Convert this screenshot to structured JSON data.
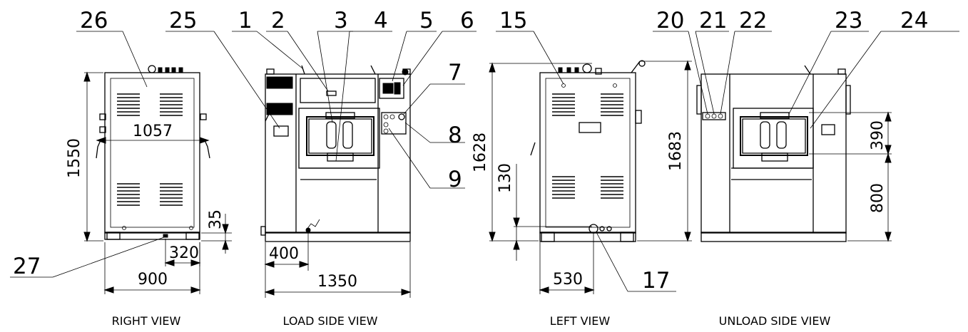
{
  "views": {
    "right": "RIGHT VIEW",
    "load": "LOAD SIDE VIEW",
    "left": "LEFT VIEW",
    "unload": "UNLOAD SIDE VIEW"
  },
  "callouts": {
    "c1": "1",
    "c2": "2",
    "c3": "3",
    "c4": "4",
    "c5": "5",
    "c6": "6",
    "c7": "7",
    "c8": "8",
    "c9": "9",
    "c15": "15",
    "c17": "17",
    "c20": "20",
    "c21": "21",
    "c22": "22",
    "c23": "23",
    "c24": "24",
    "c25": "25",
    "c26": "26",
    "c27": "27"
  },
  "dimensions": {
    "d1550": "1550",
    "d1057": "1057",
    "d35": "35",
    "d320": "320",
    "d900": "900",
    "d400": "400",
    "d1350": "1350",
    "d1628": "1628",
    "d130": "130",
    "d530": "530",
    "d1683": "1683",
    "d390": "390",
    "d800": "800"
  }
}
